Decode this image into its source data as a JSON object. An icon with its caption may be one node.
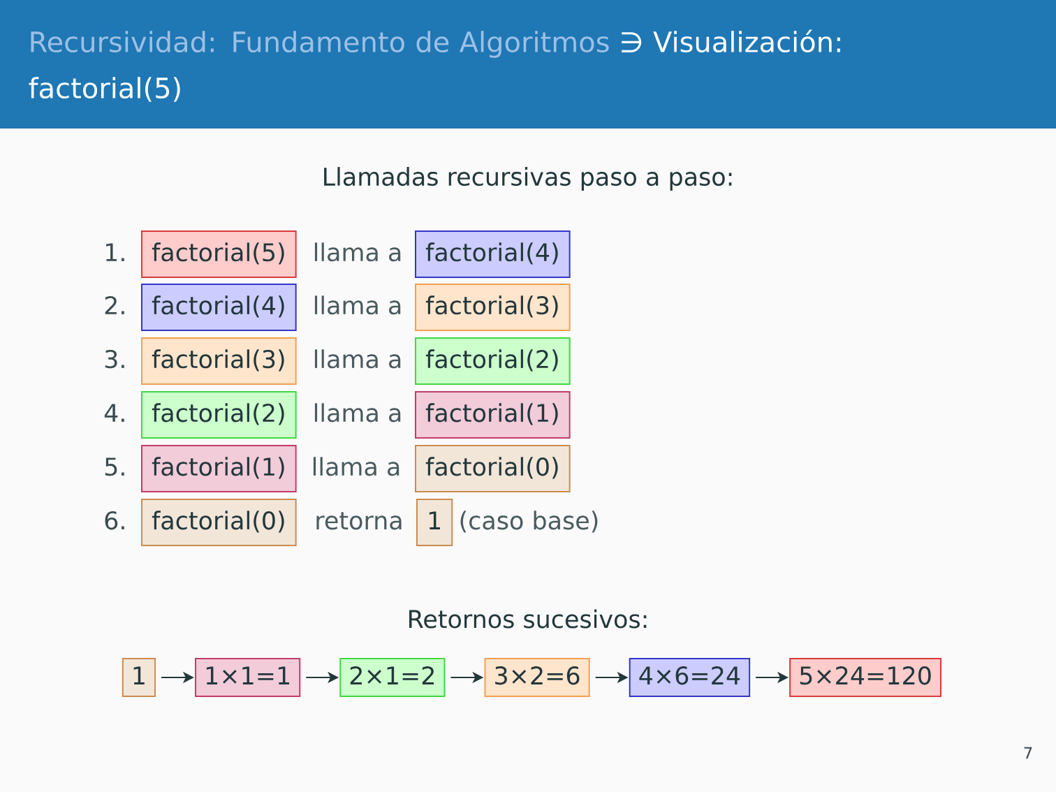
{
  "diagram": {
    "title": "Visualización: factorial(5)",
    "nodes": [
      {
        "text": [
          "factorial(5)"
        ]
      },
      {
        "text": [
          "factorial(4)"
        ]
      },
      {
        "text": [
          "factorial(4)"
        ]
      },
      {
        "text": [
          "factorial(3)"
        ]
      },
      {
        "text": [
          "factorial(3)"
        ]
      },
      {
        "text": [
          "factorial(2)"
        ]
      },
      {
        "text": [
          "factorial(2)"
        ]
      },
      {
        "text": [
          "factorial(1)"
        ]
      },
      {
        "text": [
          "factorial(1)"
        ]
      },
      {
        "text": [
          "factorial(0)"
        ]
      },
      {
        "text": [
          "factorial(0)"
        ]
      },
      {
        "text": [
          "1"
        ]
      },
      {
        "text": [
          "1"
        ]
      },
      {
        "text": [
          "1×1=1"
        ]
      },
      {
        "text": [
          "2×1=2"
        ]
      },
      {
        "text": [
          "3×2=6"
        ]
      },
      {
        "text": [
          "4×6=24"
        ]
      },
      {
        "text": [
          "5×24=120"
        ]
      }
    ],
    "edges": [
      {
        "from": 12,
        "to": 13,
        "arrow": "to"
      },
      {
        "from": 13,
        "to": 14,
        "arrow": "to"
      },
      {
        "from": 14,
        "to": 15,
        "arrow": "to"
      },
      {
        "from": 15,
        "to": 16,
        "arrow": "to"
      },
      {
        "from": 16,
        "to": 17,
        "arrow": "to"
      }
    ],
    "labels": [
      "Recursividad: Fundamento de Algoritmos",
      "∋",
      "Llamadas recursivas paso a paso:",
      "1.",
      "llama a",
      "2.",
      "llama a",
      "3.",
      "llama a",
      "4.",
      "llama a",
      "5.",
      "llama a",
      "6.",
      "retorna",
      "(caso base)",
      "Retornos sucesivos:",
      "7"
    ]
  }
}
